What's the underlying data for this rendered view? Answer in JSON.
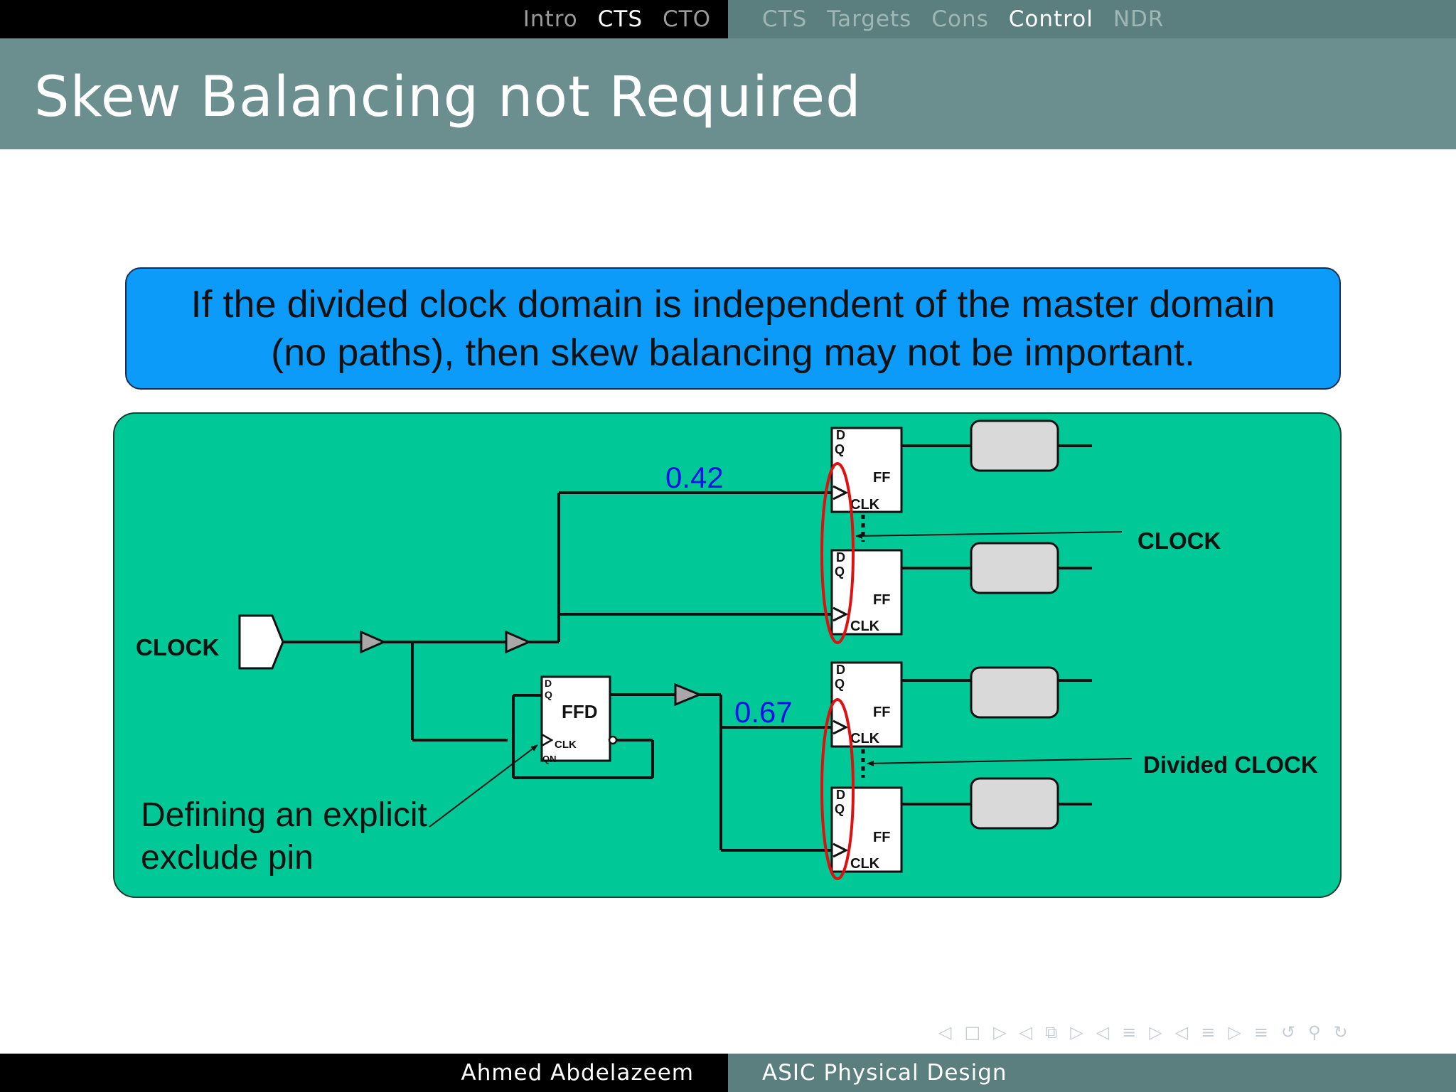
{
  "nav": {
    "sections": [
      "Intro",
      "CTS",
      "CTO"
    ],
    "active_section": "CTS",
    "subsections": [
      "CTS",
      "Targets",
      "Cons",
      "Control",
      "NDR"
    ],
    "active_subsection": "Control"
  },
  "slide": {
    "title": "Skew Balancing not Required",
    "callout_line1": "If the divided clock domain is independent of the master domain",
    "callout_line2": "(no paths), then skew balancing may not be important."
  },
  "diagram": {
    "input_label": "CLOCK",
    "delay_top": "0.42",
    "delay_bottom": "0.67",
    "ff_label": "FF",
    "pin_d": "D",
    "pin_q": "Q",
    "pin_clk": "CLK",
    "pin_qn": "QN",
    "divider_label": "FFD",
    "annotation_clock": "CLOCK",
    "annotation_divided": "Divided CLOCK",
    "exclude_line1": "Defining an explicit",
    "exclude_line2": "exclude pin",
    "colors": {
      "panel": "#00c896",
      "callout": "#0d9bfa",
      "delay_text": "#1010e8",
      "highlight": "#e01010",
      "buffer": "#a8a8a8",
      "logic_block": "#d9d9d9"
    }
  },
  "footer": {
    "author": "Ahmed Abdelazeem",
    "course": "ASIC Physical Design"
  },
  "nav_symbols": [
    "◁",
    "□",
    "▷",
    "◁",
    "⧉",
    "▷",
    "◁",
    "≡",
    "▷",
    "◁",
    "≡",
    "▷",
    "≡",
    "↺",
    "⚲",
    "↻"
  ]
}
